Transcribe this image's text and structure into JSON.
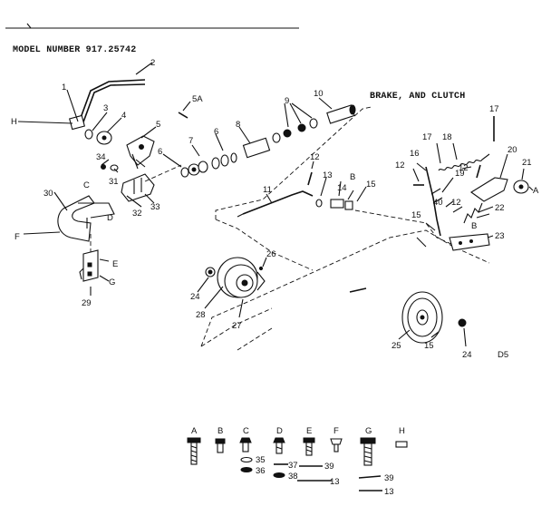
{
  "header": {
    "model_number": "MODEL NUMBER 917.25742",
    "section_title": "BRAKE, AND CLUTCH",
    "diagram_code": "D5"
  },
  "callouts": [
    {
      "id": "c1",
      "text": "1"
    },
    {
      "id": "c2",
      "text": "2"
    },
    {
      "id": "c3",
      "text": "3"
    },
    {
      "id": "c4",
      "text": "4"
    },
    {
      "id": "c5",
      "text": "5"
    },
    {
      "id": "c5a",
      "text": "5A"
    },
    {
      "id": "c6a",
      "text": "6"
    },
    {
      "id": "c6b",
      "text": "6"
    },
    {
      "id": "c7",
      "text": "7"
    },
    {
      "id": "c8",
      "text": "8"
    },
    {
      "id": "c9",
      "text": "9"
    },
    {
      "id": "c10",
      "text": "10"
    },
    {
      "id": "c11",
      "text": "11"
    },
    {
      "id": "c12a",
      "text": "12"
    },
    {
      "id": "c12b",
      "text": "12"
    },
    {
      "id": "c12c",
      "text": "12"
    },
    {
      "id": "c12d",
      "text": "12"
    },
    {
      "id": "c13",
      "text": "13"
    },
    {
      "id": "c14",
      "text": "14"
    },
    {
      "id": "c15a",
      "text": "15"
    },
    {
      "id": "c15b",
      "text": "15"
    },
    {
      "id": "c15c",
      "text": "15"
    },
    {
      "id": "c16",
      "text": "16"
    },
    {
      "id": "c17a",
      "text": "17"
    },
    {
      "id": "c17b",
      "text": "17"
    },
    {
      "id": "c18",
      "text": "18"
    },
    {
      "id": "c19",
      "text": "19"
    },
    {
      "id": "c20",
      "text": "20"
    },
    {
      "id": "c21",
      "text": "21"
    },
    {
      "id": "c22",
      "text": "22"
    },
    {
      "id": "c23",
      "text": "23"
    },
    {
      "id": "c24a",
      "text": "24"
    },
    {
      "id": "c24b",
      "text": "24"
    },
    {
      "id": "c25",
      "text": "25"
    },
    {
      "id": "c26",
      "text": "26"
    },
    {
      "id": "c27",
      "text": "27"
    },
    {
      "id": "c28",
      "text": "28"
    },
    {
      "id": "c29",
      "text": "29"
    },
    {
      "id": "c30",
      "text": "30"
    },
    {
      "id": "c31",
      "text": "31"
    },
    {
      "id": "c32",
      "text": "32"
    },
    {
      "id": "c33",
      "text": "33"
    },
    {
      "id": "c34",
      "text": "34"
    },
    {
      "id": "c40",
      "text": "40"
    },
    {
      "id": "cH",
      "text": "H"
    },
    {
      "id": "cC",
      "text": "C"
    },
    {
      "id": "cD",
      "text": "D"
    },
    {
      "id": "cF",
      "text": "F"
    },
    {
      "id": "cE",
      "text": "E"
    },
    {
      "id": "cG",
      "text": "G"
    },
    {
      "id": "cA",
      "text": "A"
    },
    {
      "id": "cB1",
      "text": "B"
    },
    {
      "id": "cB2",
      "text": "B"
    }
  ],
  "hardware_legend": {
    "letters": [
      "A",
      "B",
      "C",
      "D",
      "E",
      "F",
      "G",
      "H"
    ],
    "refs": [
      {
        "id": "r35",
        "text": "35"
      },
      {
        "id": "r36",
        "text": "36"
      },
      {
        "id": "r37",
        "text": "37"
      },
      {
        "id": "r38",
        "text": "38"
      },
      {
        "id": "r39a",
        "text": "39"
      },
      {
        "id": "r13a",
        "text": "13"
      },
      {
        "id": "r39b",
        "text": "39"
      },
      {
        "id": "r13b",
        "text": "13"
      }
    ]
  }
}
